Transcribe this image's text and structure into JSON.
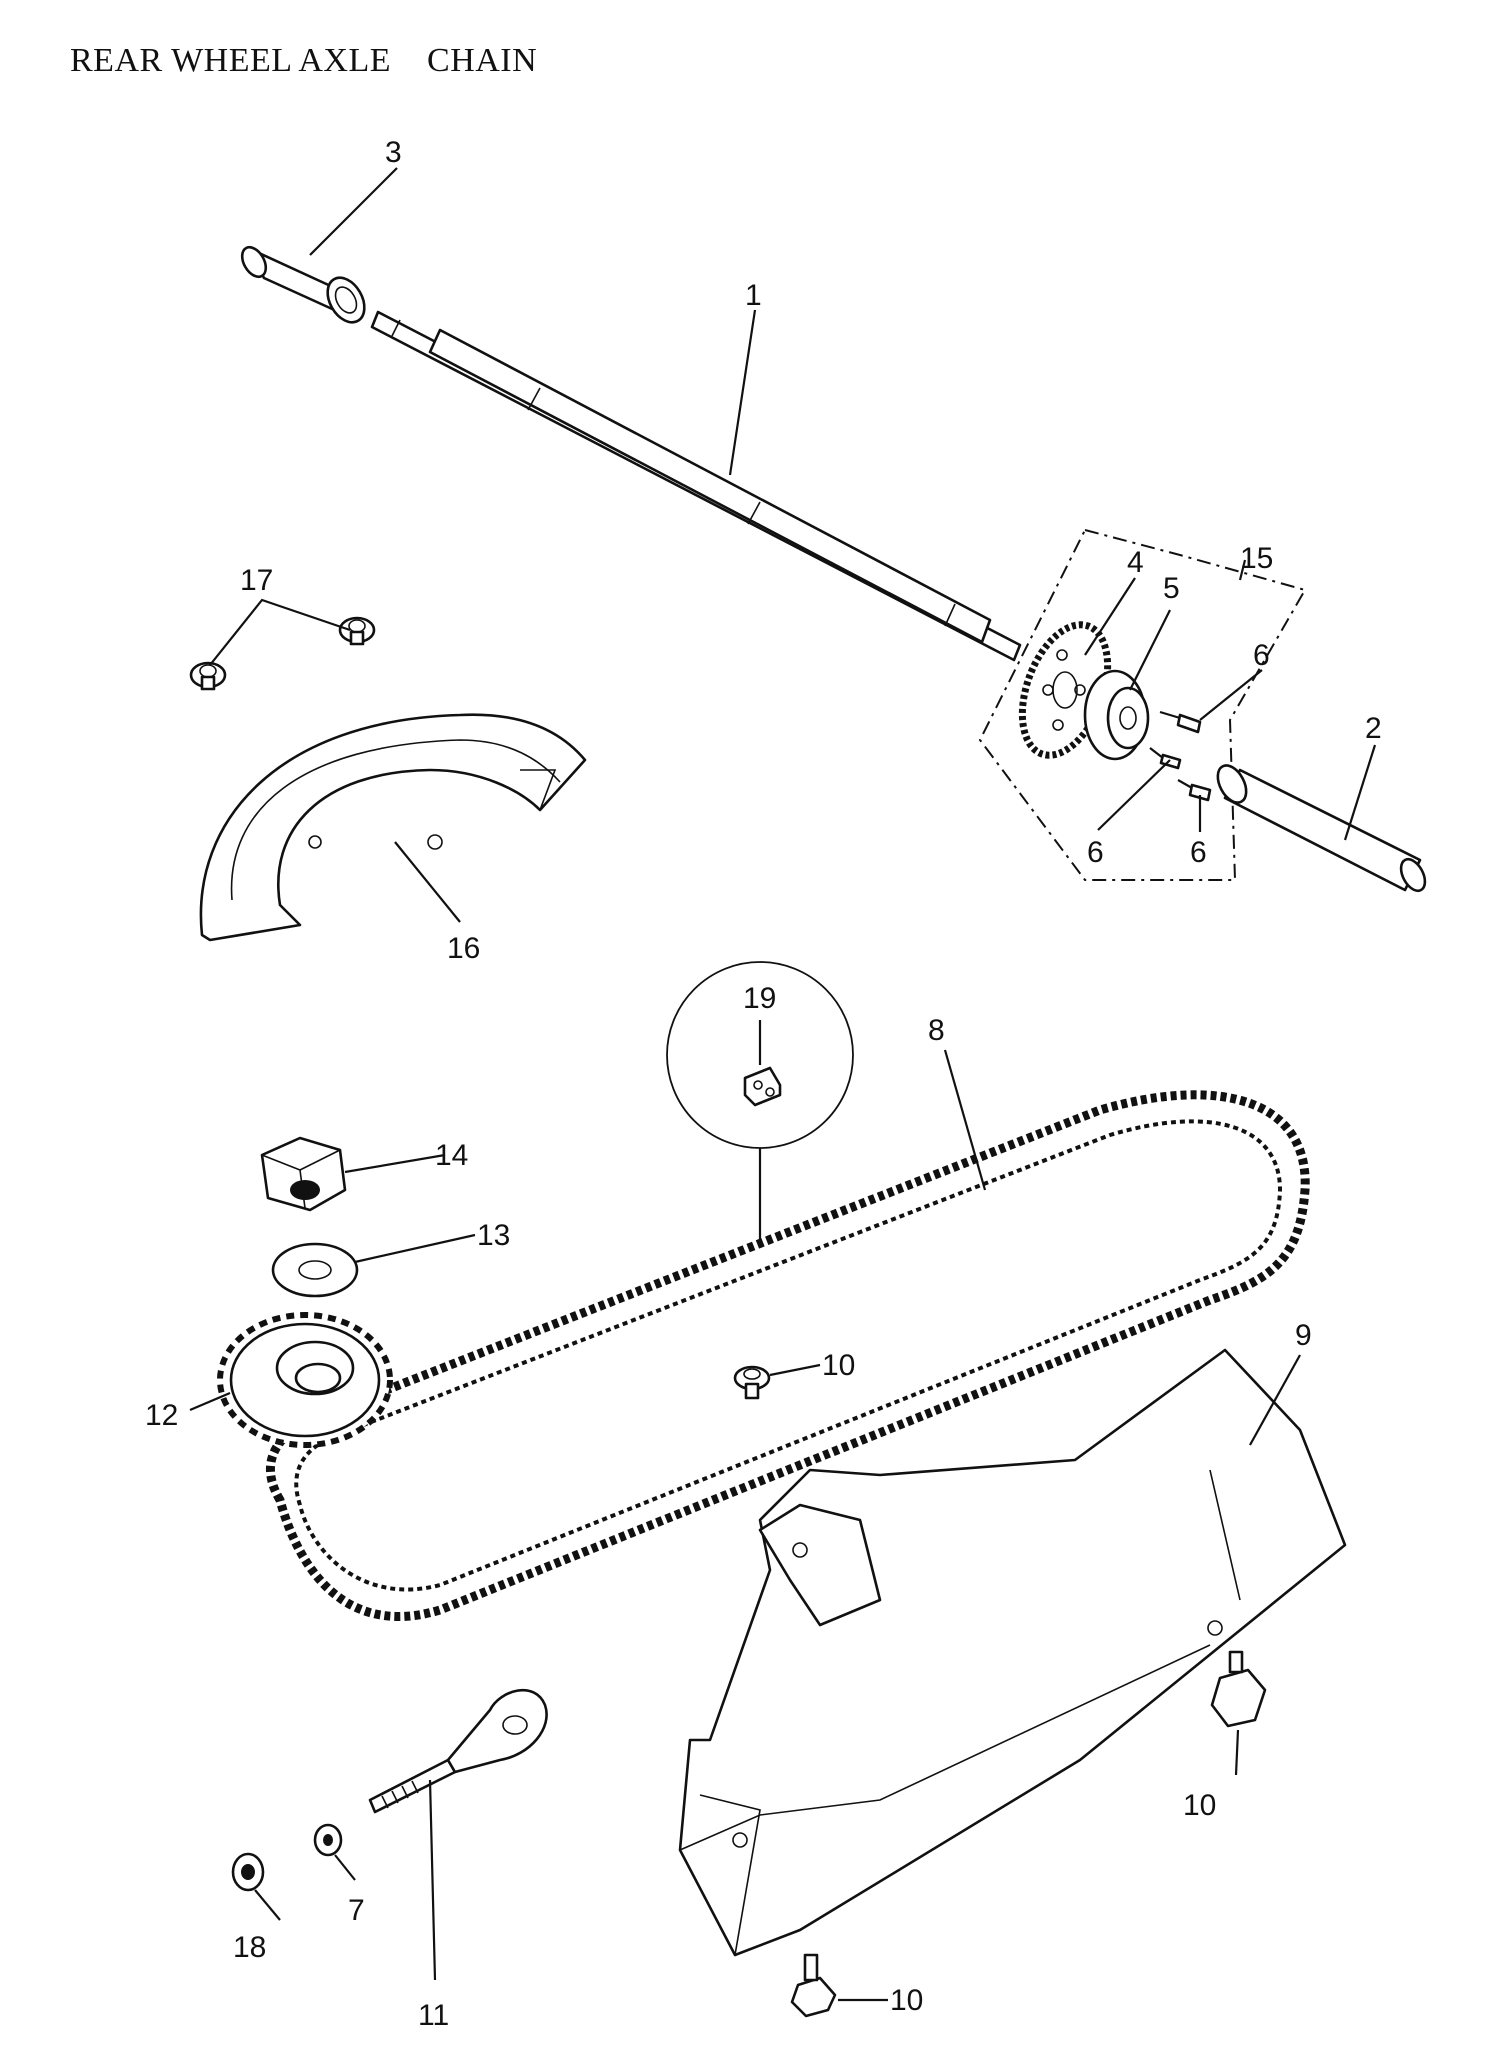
{
  "title": "REAR WHEEL AXLE    CHAIN",
  "callouts": {
    "p1": "1",
    "p2": "2",
    "p3": "3",
    "p4": "4",
    "p5": "5",
    "p6a": "6",
    "p6b": "6",
    "p6c": "6",
    "p7": "7",
    "p8": "8",
    "p9": "9",
    "p10a": "10",
    "p10b": "10",
    "p10c": "10",
    "p11": "11",
    "p12": "12",
    "p13": "13",
    "p14": "14",
    "p15": "15",
    "p16": "16",
    "p17": "17",
    "p18": "18",
    "p19": "19"
  }
}
